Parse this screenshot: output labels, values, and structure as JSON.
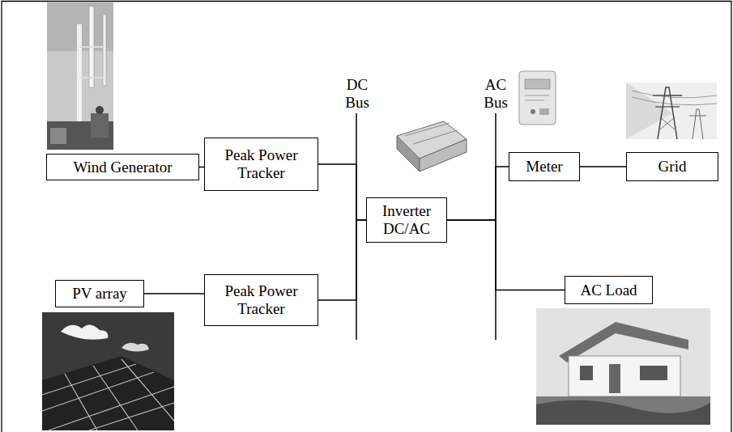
{
  "diagram": {
    "nodes": [
      {
        "text": [
          "Wind Generator"
        ]
      },
      {
        "text": [
          "Peak Power Tracker"
        ]
      },
      {
        "text": [
          "Inverter DC/AC"
        ]
      },
      {
        "text": [
          "Meter"
        ]
      },
      {
        "text": [
          "Grid"
        ]
      },
      {
        "text": [
          "PV array"
        ]
      },
      {
        "text": [
          "Peak Power Tracker"
        ]
      },
      {
        "text": [
          "AC Load"
        ]
      }
    ],
    "edges": [
      {
        "from": 0,
        "to": 1,
        "arrow": "none"
      },
      {
        "from": 1,
        "to": 2,
        "arrow": "none"
      },
      {
        "from": 5,
        "to": 6,
        "arrow": "none"
      },
      {
        "from": 6,
        "to": 2,
        "arrow": "none"
      },
      {
        "from": 2,
        "to": 3,
        "arrow": "none"
      },
      {
        "from": 3,
        "to": 4,
        "arrow": "none"
      },
      {
        "from": 2,
        "to": 7,
        "arrow": "none"
      }
    ],
    "labels": [
      "DC Bus",
      "AC Bus"
    ]
  }
}
